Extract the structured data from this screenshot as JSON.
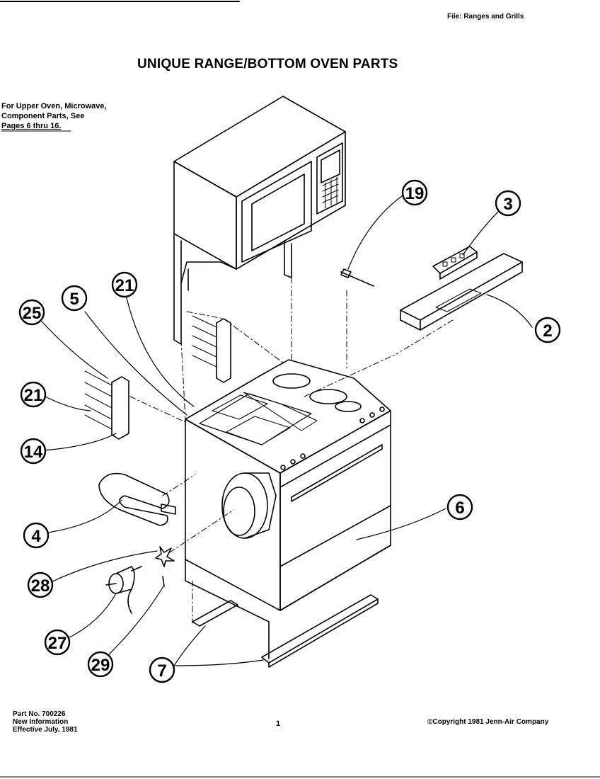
{
  "header": {
    "file_label": "File: Ranges and Grills",
    "title": "UNIQUE RANGE/BOTTOM OVEN PARTS"
  },
  "upper_note": {
    "line1": "For Upper Oven, Microwave,",
    "line2": "Component Parts, See",
    "line3": "Pages 6 thru 16."
  },
  "callouts": [
    "19",
    "3",
    "21",
    "5",
    "25",
    "2",
    "21",
    "14",
    "6",
    "4",
    "28",
    "27",
    "29",
    "7"
  ],
  "footer": {
    "part_no": "Part No. 700226",
    "info": "New Information",
    "effective": "Effective July, 1981",
    "page_number": "1",
    "copyright": "©Copyright 1981 Jenn-Air Company"
  }
}
